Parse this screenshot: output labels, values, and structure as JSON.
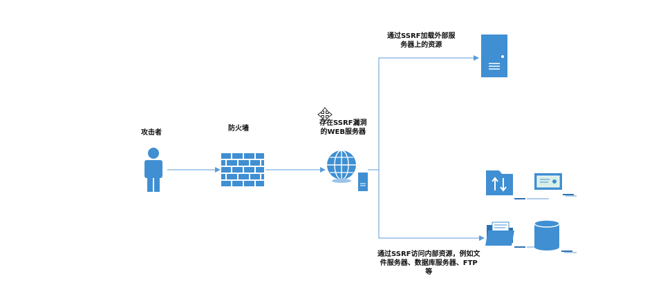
{
  "nodes": {
    "attacker": {
      "label": "攻击者",
      "icon": "person-icon"
    },
    "firewall": {
      "label": "防火墙",
      "icon": "brick-wall-icon"
    },
    "web_server": {
      "label_line1": "存在SSRF漏洞",
      "label_line2": "的WEB服务器",
      "icon": "globe-server-icon"
    },
    "external_server": {
      "label_line1": "通过SSRF加载外部服",
      "label_line2": "务器上的资源",
      "icon": "server-tower-icon"
    },
    "internal_resources": {
      "label_line1": "通过SSRF访问内部资源，例如文",
      "label_line2": "件服务器、数据库服务器、FTP",
      "label_line3": "等",
      "icons": [
        "ftp-folder-icon",
        "certificate-icon",
        "file-folder-icon",
        "database-icon"
      ]
    }
  },
  "colors": {
    "icon_blue": "#3f8fd2",
    "icon_dark_blue": "#2c6fb0",
    "line_blue": "#5b9bd5",
    "text": "#111111",
    "background": "#ffffff"
  }
}
